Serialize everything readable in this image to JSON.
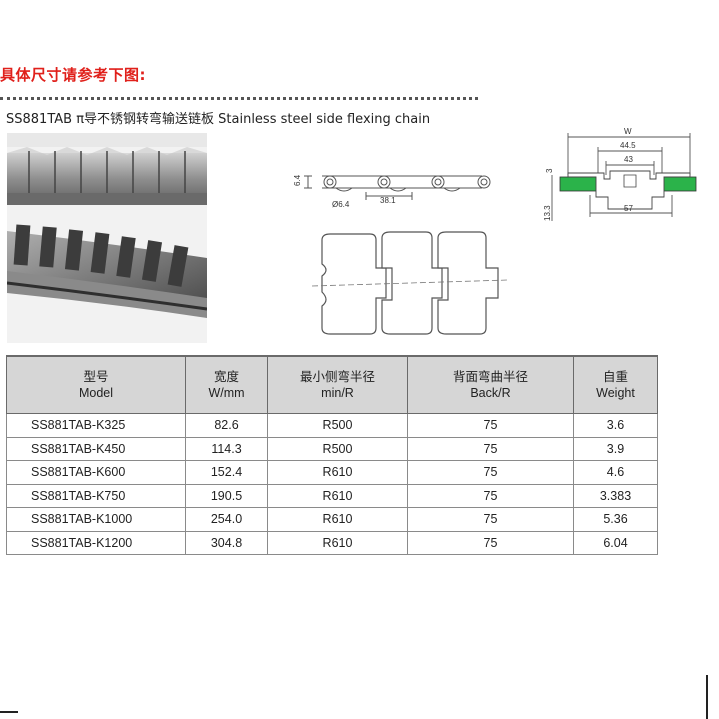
{
  "heading": "具体尺寸请参考下图:",
  "product_title": "SS881TAB π导不锈钢转弯输送链板  Stainless steel side flexing chain",
  "top_drawing": {
    "dim_height": "6.4",
    "dim_hole": "Ø6.4",
    "dim_pitch": "38.1"
  },
  "section_drawing": {
    "dim_w": "W",
    "dim_a": "44.5",
    "dim_b": "43",
    "dim_c": "57",
    "dim_d": "3",
    "dim_e": "13.3",
    "accent_color": "#2bb34a"
  },
  "table": {
    "headers": [
      {
        "zh": "型号",
        "en": "Model"
      },
      {
        "zh": "宽度",
        "en": "W/mm"
      },
      {
        "zh": "最小侧弯半径",
        "en": "min/R"
      },
      {
        "zh": "背面弯曲半径",
        "en": "Back/R"
      },
      {
        "zh": "自重",
        "en": "Weight"
      }
    ],
    "rows": [
      [
        "SS881TAB-K325",
        "82.6",
        "R500",
        "75",
        "3.6"
      ],
      [
        "SS881TAB-K450",
        "114.3",
        "R500",
        "75",
        "3.9"
      ],
      [
        "SS881TAB-K600",
        "152.4",
        "R610",
        "75",
        "4.6"
      ],
      [
        "SS881TAB-K750",
        "190.5",
        "R610",
        "75",
        "3.383"
      ],
      [
        "SS881TAB-K1000",
        "254.0",
        "R610",
        "75",
        "5.36"
      ],
      [
        "SS881TAB-K1200",
        "304.8",
        "R610",
        "75",
        "6.04"
      ]
    ]
  }
}
